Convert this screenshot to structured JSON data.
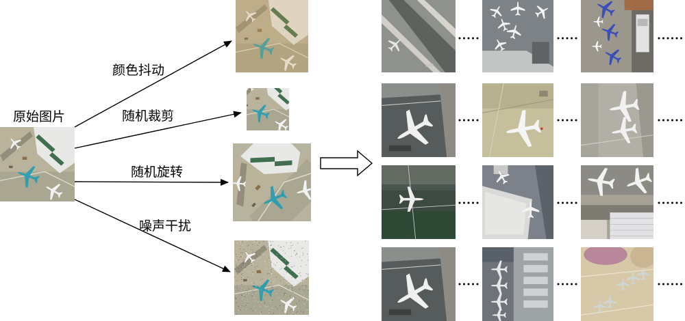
{
  "source_label": "原始图片",
  "augmentations": [
    {
      "label": "颜色抖动"
    },
    {
      "label": "随机裁剪"
    },
    {
      "label": "随机旋转"
    },
    {
      "label": "噪声干扰"
    }
  ],
  "colors": {
    "arrow": "#000000",
    "ground": "#b9b39c",
    "terminal_roof": "#e8e8e6",
    "jetway": "#3f6f4e",
    "plane_teal": "#2f9fb0",
    "plane_white": "#f2f2f2",
    "tarmac_dark": "#59615e",
    "tarmac_grey": "#8c8f8a",
    "grass_green": "#2e4a36"
  }
}
